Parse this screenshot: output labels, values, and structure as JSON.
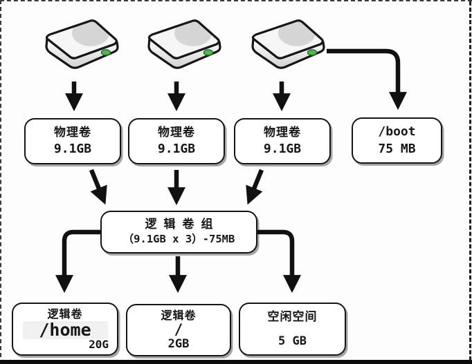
{
  "diagram": {
    "description": "LVM layout diagram",
    "disks": {
      "count": 3,
      "icon": "hard-disk-icon",
      "led_color": "#56b656"
    },
    "boxes": {
      "pv1": {
        "title": "物理卷",
        "size": "9.1GB"
      },
      "pv2": {
        "title": "物理卷",
        "size": "9.1GB"
      },
      "pv3": {
        "title": "物理卷",
        "size": "9.1GB"
      },
      "boot": {
        "title": "/boot",
        "size": "75 MB"
      },
      "vg": {
        "title": "逻辑卷组",
        "size": "（9.1GB x 3）-75MB"
      },
      "lv_home": {
        "title": "逻辑卷",
        "mount": "/home",
        "size": "20G"
      },
      "lv_root": {
        "title": "逻辑卷",
        "mount": "/",
        "size": "2GB"
      },
      "free": {
        "title": "空闲空间",
        "size": "5 GB"
      }
    },
    "colors": {
      "line": "#111111",
      "box_border": "#141414",
      "box_fill": "#ffffff",
      "highlight_band": "#f1f1f1",
      "bottom_border": "#0c0c0c"
    }
  }
}
